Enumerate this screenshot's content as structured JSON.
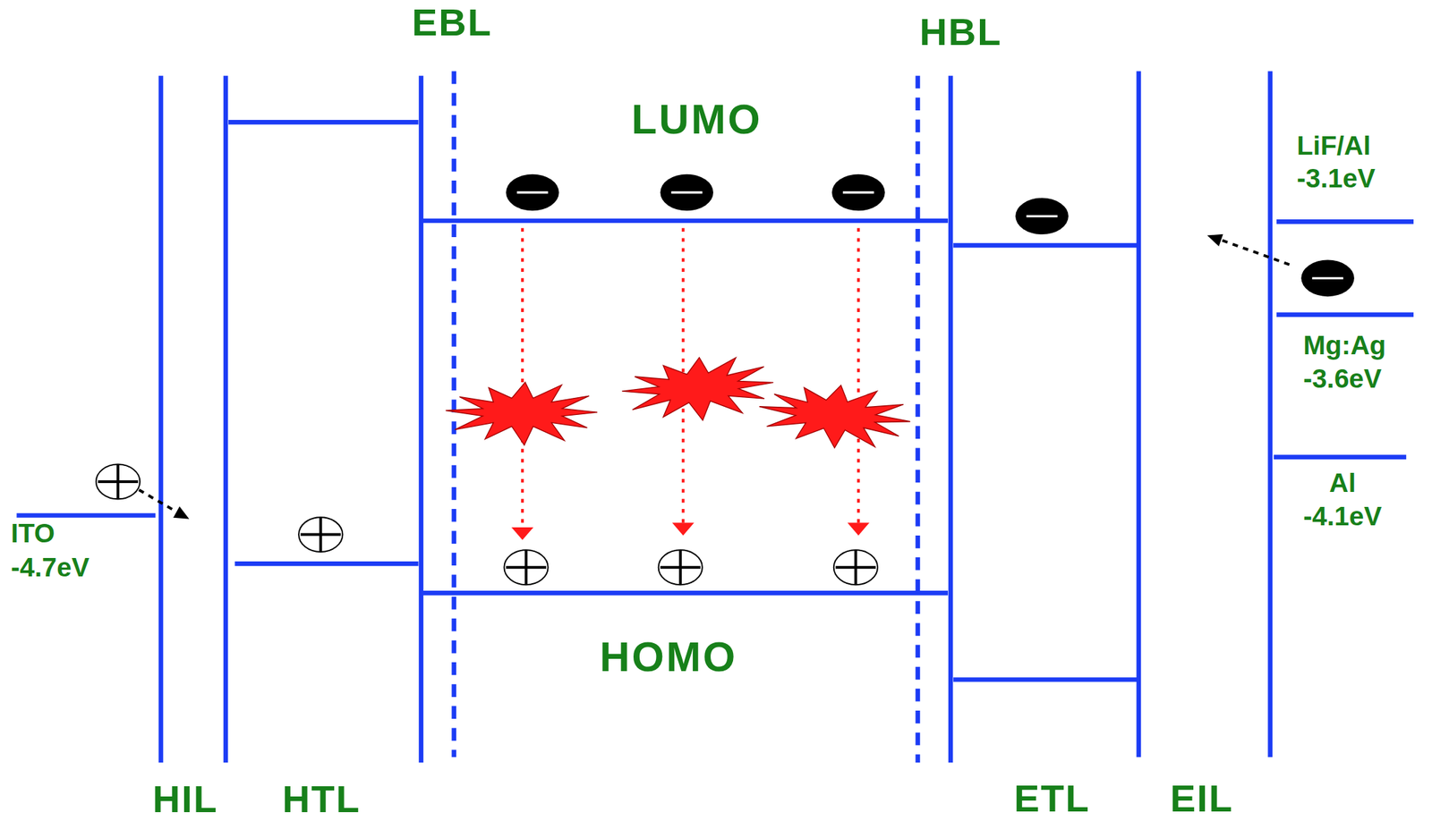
{
  "diagram": {
    "labels": [
      "EBL",
      "HBL",
      "LUMO",
      "HOMO",
      "LiF/Al -3.1eV",
      "Mg:Ag -3.6eV",
      "Al -4.1eV",
      "ITO -4.7eV",
      "HIL",
      "HTL",
      "ETL",
      "EIL"
    ]
  }
}
